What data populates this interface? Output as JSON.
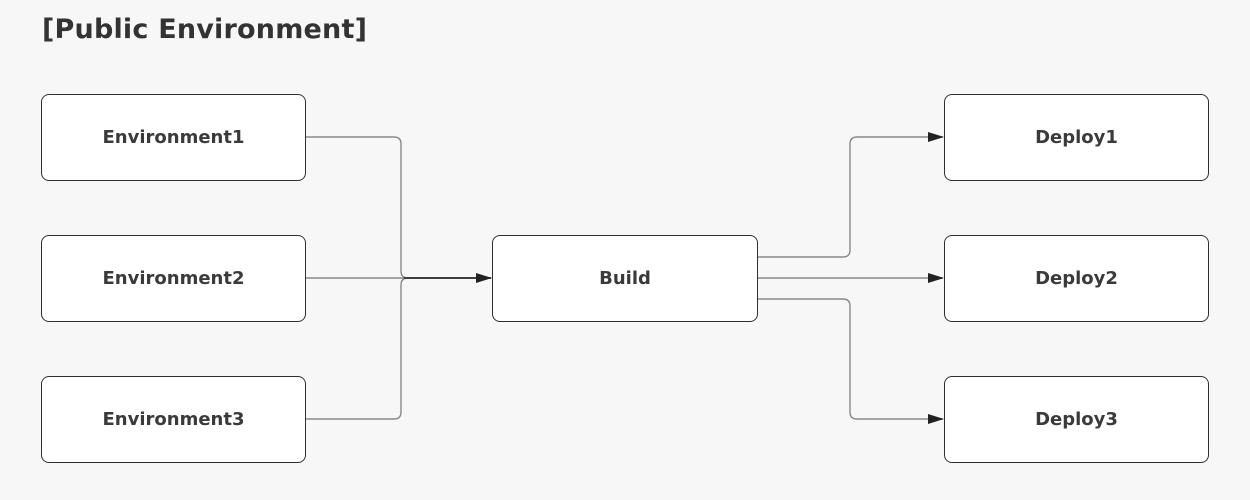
{
  "title": "[Public Environment]",
  "nodes": {
    "environment1": "Environment1",
    "environment2": "Environment2",
    "environment3": "Environment3",
    "build": "Build",
    "deploy1": "Deploy1",
    "deploy2": "Deploy2",
    "deploy3": "Deploy3"
  },
  "edges": [
    {
      "from": "environment1",
      "to": "build"
    },
    {
      "from": "environment2",
      "to": "build"
    },
    {
      "from": "environment3",
      "to": "build"
    },
    {
      "from": "build",
      "to": "deploy1"
    },
    {
      "from": "build",
      "to": "deploy2"
    },
    {
      "from": "build",
      "to": "deploy3"
    }
  ],
  "colors": {
    "background": "#f7f7f7",
    "node_fill": "#ffffff",
    "node_border": "#2f2f2f",
    "connector": "#8a8a8a",
    "arrowhead": "#222222",
    "text": "#3a3a3a"
  }
}
